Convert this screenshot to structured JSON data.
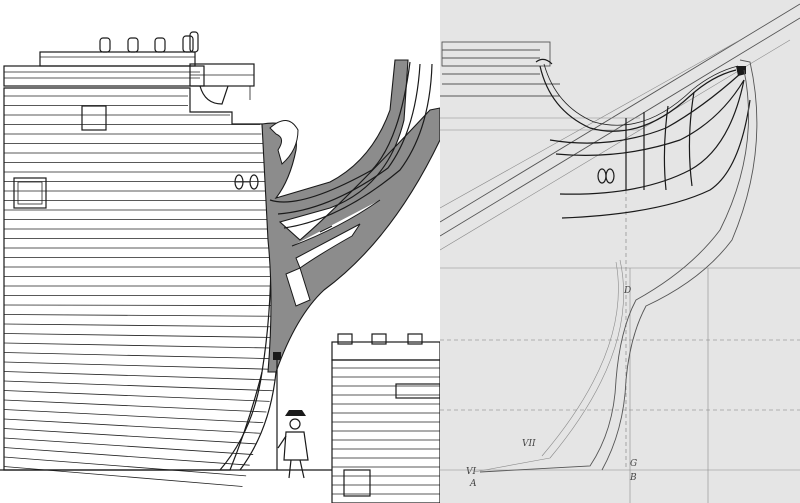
{
  "panels": {
    "left": {
      "description_visible": false
    },
    "right": {
      "labels": {
        "d": "D",
        "g": "G",
        "b": "B",
        "vi": "VI",
        "vii": "VII",
        "vi_small": "VI",
        "a": "A"
      }
    }
  },
  "colors": {
    "shade": "#8c8c8c",
    "ink": "#1a1a1a",
    "paper": "#e4e4e4"
  }
}
